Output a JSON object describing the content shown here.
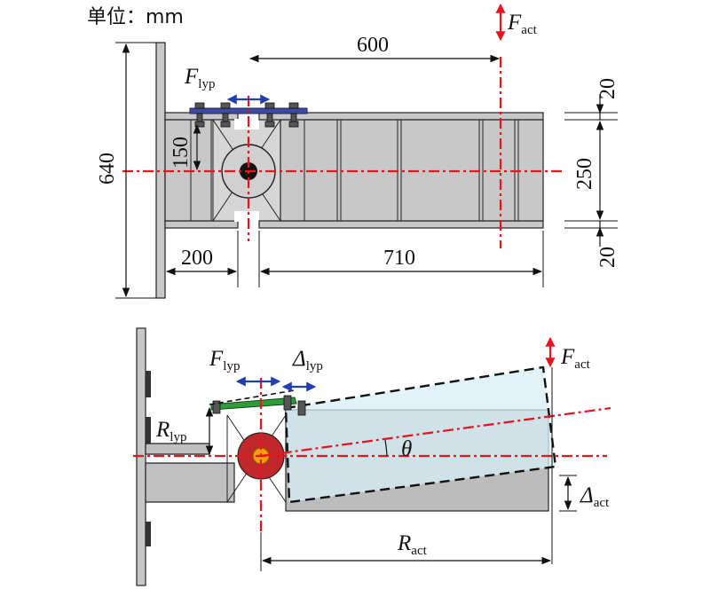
{
  "unit_label": "单位：mm",
  "top": {
    "dimensions": {
      "d600": "600",
      "d640": "640",
      "d150": "150",
      "d200": "200",
      "d710": "710",
      "d250": "250",
      "d20_top": "20",
      "d20_bottom": "20"
    },
    "force_lyp": {
      "symbol": "F",
      "sub": "lyp"
    },
    "force_act": {
      "symbol": "F",
      "sub": "act"
    }
  },
  "bottom": {
    "force_lyp": {
      "symbol": "F",
      "sub": "lyp"
    },
    "force_act": {
      "symbol": "F",
      "sub": "act"
    },
    "delta_lyp": {
      "symbol": "Δ",
      "sub": "lyp"
    },
    "delta_act": {
      "symbol": "Δ",
      "sub": "act"
    },
    "r_lyp": {
      "symbol": "R",
      "sub": "lyp"
    },
    "r_act": {
      "symbol": "R",
      "sub": "act"
    },
    "theta": "θ"
  },
  "colors": {
    "steel": "#c8c8c8",
    "steel_dark": "#b4b4b4",
    "outline": "#222222",
    "centerline": "#e8141e",
    "arrow_blue": "#1f3fb0",
    "arrow_red": "#e8141e",
    "damper_plate_top": "#3c4aa0",
    "damper_plate_bottom": "#2e9c3a",
    "rotated_beam": "#d6eff5",
    "hinge_red": "#c0282b",
    "hinge_yellow": "#f0a000"
  }
}
